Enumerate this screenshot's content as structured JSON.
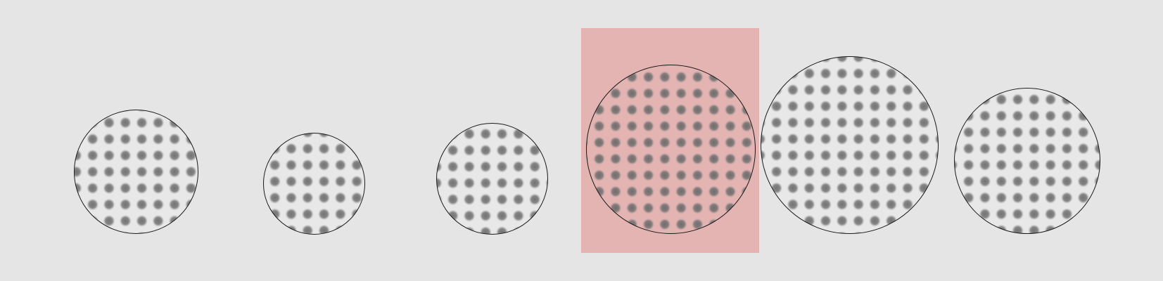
{
  "items": [
    {
      "id": "disk-1",
      "selected": false
    },
    {
      "id": "disk-2",
      "selected": false
    },
    {
      "id": "disk-3",
      "selected": false
    },
    {
      "id": "disk-4",
      "selected": true
    },
    {
      "id": "disk-5",
      "selected": false
    },
    {
      "id": "disk-6",
      "selected": false
    }
  ],
  "colors": {
    "background": "#e5e5e5",
    "highlight": "#e4b4b3",
    "disk_fill": "#e8e8e8",
    "dot": "#707070",
    "outline": "#1a1a1a"
  }
}
